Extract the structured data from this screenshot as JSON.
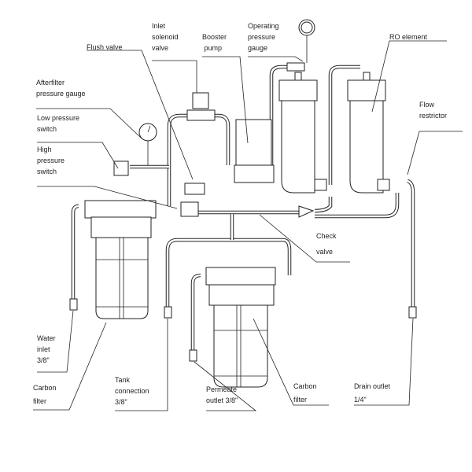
{
  "labels": {
    "flush_valve": "Flush valve",
    "inlet_solenoid_valve": "Inlet\nsolenoid\nvalve",
    "booster_pump": "Booster\n pump",
    "operating_pressure_gauge": "Operating\npressure\ngauge",
    "ro_element": "RO element",
    "afterfilter_pressure_gauge": "Afterfilter\npressure gauge",
    "low_pressure_switch": "Low pressure\nswitch",
    "high_pressure_switch": "High\npressure\nswitch",
    "flow_restrictor": "Flow\nrestrictor",
    "check_valve": "Check\nvalve",
    "water_inlet": "Water\ninlet\n3/8\"",
    "carbon_filter_left": "Carbon\nfilter",
    "tank_connection": "Tank\nconnection\n3/8\"",
    "permeate_outlet": "Permeate\noutlet 3/8\"",
    "carbon_filter_right": "Carbon\nfilter",
    "drain_outlet": "Drain outlet\n1/4\""
  }
}
